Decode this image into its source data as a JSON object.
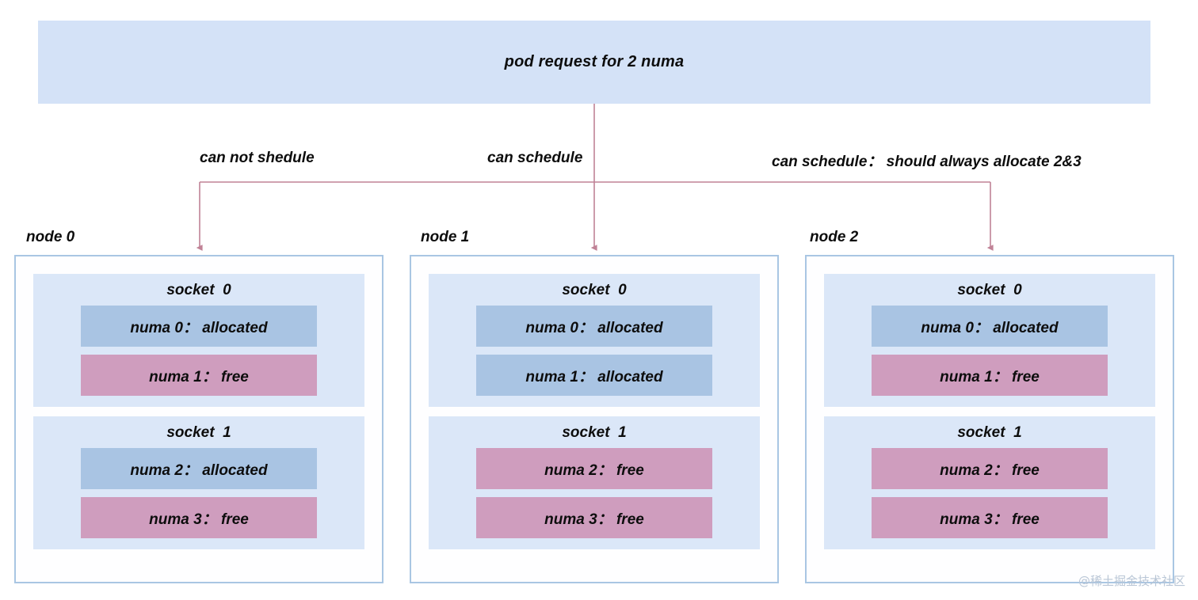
{
  "request": {
    "label": "pod request for 2 numa"
  },
  "edges": [
    {
      "label": "can not shedule"
    },
    {
      "label": "can schedule"
    },
    {
      "label": "can schedule： should always allocate 2&3"
    }
  ],
  "nodes": [
    {
      "caption": "node 0",
      "sockets": [
        {
          "title": "socket  0",
          "numas": [
            {
              "label": "numa 0： allocated",
              "state": "allocated"
            },
            {
              "label": "numa 1： free",
              "state": "free"
            }
          ]
        },
        {
          "title": "socket  1",
          "numas": [
            {
              "label": "numa 2： allocated",
              "state": "allocated"
            },
            {
              "label": "numa 3： free",
              "state": "free"
            }
          ]
        }
      ]
    },
    {
      "caption": "node 1",
      "sockets": [
        {
          "title": "socket  0",
          "numas": [
            {
              "label": "numa 0： allocated",
              "state": "allocated"
            },
            {
              "label": "numa 1： allocated",
              "state": "allocated"
            }
          ]
        },
        {
          "title": "socket  1",
          "numas": [
            {
              "label": "numa 2： free",
              "state": "free"
            },
            {
              "label": "numa 3： free",
              "state": "free"
            }
          ]
        }
      ]
    },
    {
      "caption": "node 2",
      "sockets": [
        {
          "title": "socket  0",
          "numas": [
            {
              "label": "numa 0： allocated",
              "state": "allocated"
            },
            {
              "label": "numa 1： free",
              "state": "free"
            }
          ]
        },
        {
          "title": "socket  1",
          "numas": [
            {
              "label": "numa 2： free",
              "state": "free"
            },
            {
              "label": "numa 3： free",
              "state": "free"
            }
          ]
        }
      ]
    }
  ],
  "watermark": {
    "text": "@稀土掘金技术社区"
  },
  "colors": {
    "banner_bg": "#d4e2f7",
    "socket_bg": "#dbe7f8",
    "allocated": "#a9c4e3",
    "free": "#cf9dbe",
    "node_border": "#a9c6e3",
    "connector": "#c08296",
    "watermark": "#b9c6d6"
  }
}
